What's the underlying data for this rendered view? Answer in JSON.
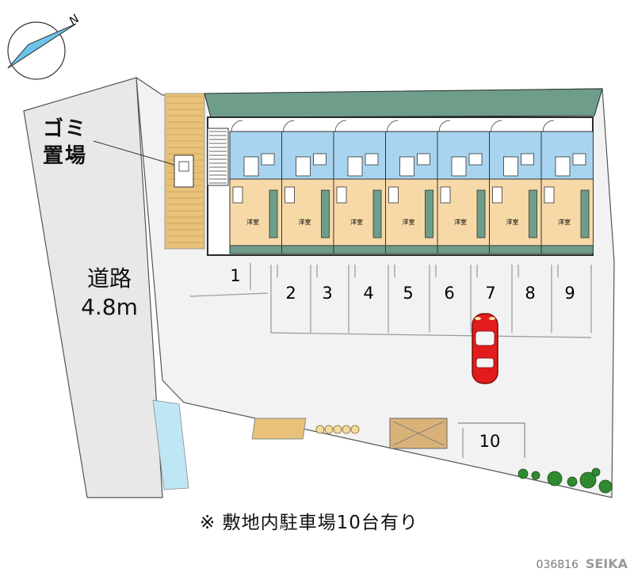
{
  "compass": {
    "north_label": "N",
    "icon": "north-arrow-icon"
  },
  "labels": {
    "garbage": [
      "ゴミ",
      "置場"
    ],
    "road": [
      "道路",
      "4.8m"
    ]
  },
  "building": {
    "unit_count": 7,
    "room_tag": "洋室"
  },
  "parking": {
    "lot_labels": [
      "1",
      "2",
      "3",
      "4",
      "5",
      "6",
      "7",
      "8",
      "9",
      "10"
    ]
  },
  "note": "※ 敷地内駐車場10台有り",
  "footer": {
    "code": "036816",
    "brand": "SEIKA"
  },
  "colors": {
    "road": "#e8e8e8",
    "lot": "#f2f2f2",
    "building_wall": "#2a2a2a",
    "bath_blue": "#a8d4f0",
    "room_tan": "#f7d9a8",
    "balcony_green": "#6e9e8a",
    "bike_brick": "#e8c27a",
    "water_blue": "#bfe6f5",
    "car_red": "#e21c1c",
    "tree_green": "#2f8a2f"
  }
}
